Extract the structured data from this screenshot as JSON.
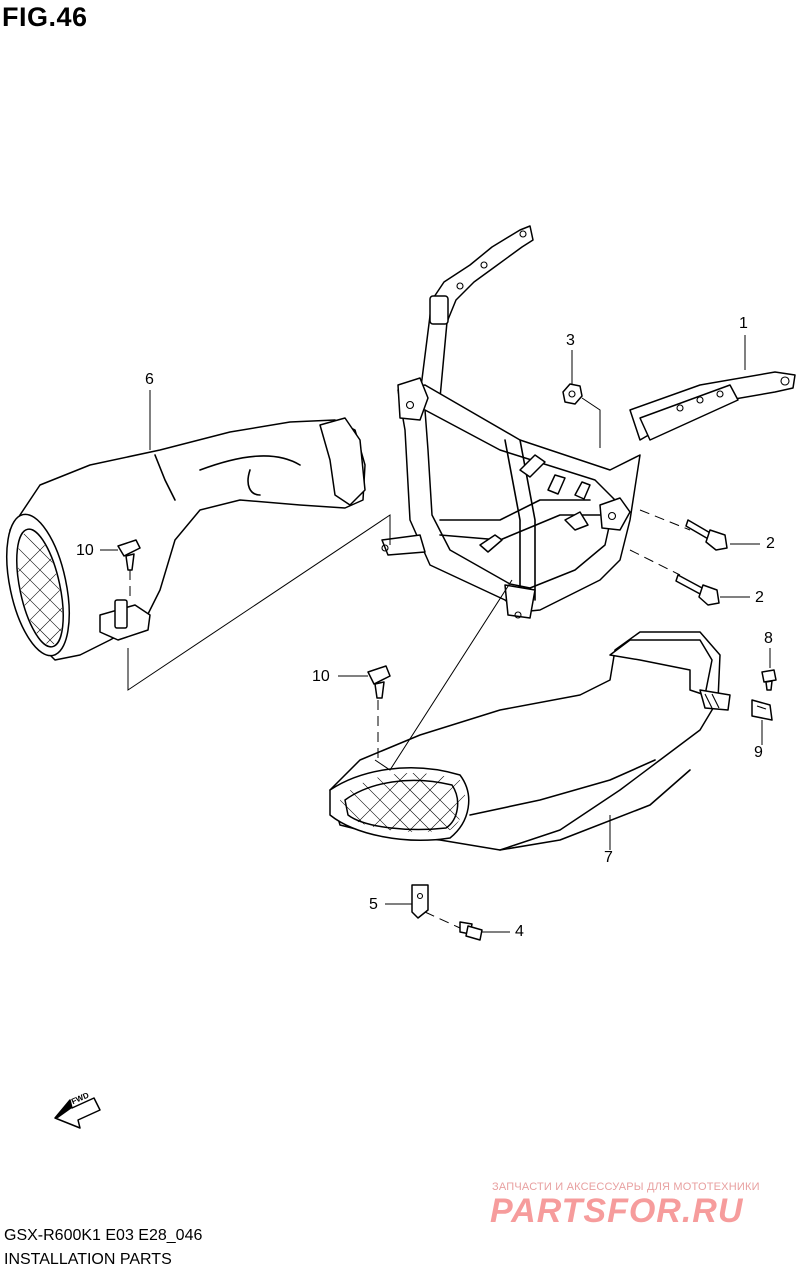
{
  "figure": {
    "title": "FIG.46",
    "model_code": "GSX-R600K1 E03 E28_046",
    "section_name": "INSTALLATION PARTS"
  },
  "callouts": [
    {
      "id": "c1",
      "label": "1"
    },
    {
      "id": "c2a",
      "label": "2"
    },
    {
      "id": "c2b",
      "label": "2"
    },
    {
      "id": "c3",
      "label": "3"
    },
    {
      "id": "c4",
      "label": "4"
    },
    {
      "id": "c5",
      "label": "5"
    },
    {
      "id": "c6",
      "label": "6"
    },
    {
      "id": "c7",
      "label": "7"
    },
    {
      "id": "c8",
      "label": "8"
    },
    {
      "id": "c9",
      "label": "9"
    },
    {
      "id": "c10a",
      "label": "10"
    },
    {
      "id": "c10b",
      "label": "10"
    }
  ],
  "fwd_arrow": {
    "label": "FWD"
  },
  "watermark": {
    "tagline": "ЗАПЧАСТИ И АКСЕССУАРЫ ДЛЯ МОТОТЕХНИКИ",
    "logo_text": "PARTSFOR.RU"
  }
}
